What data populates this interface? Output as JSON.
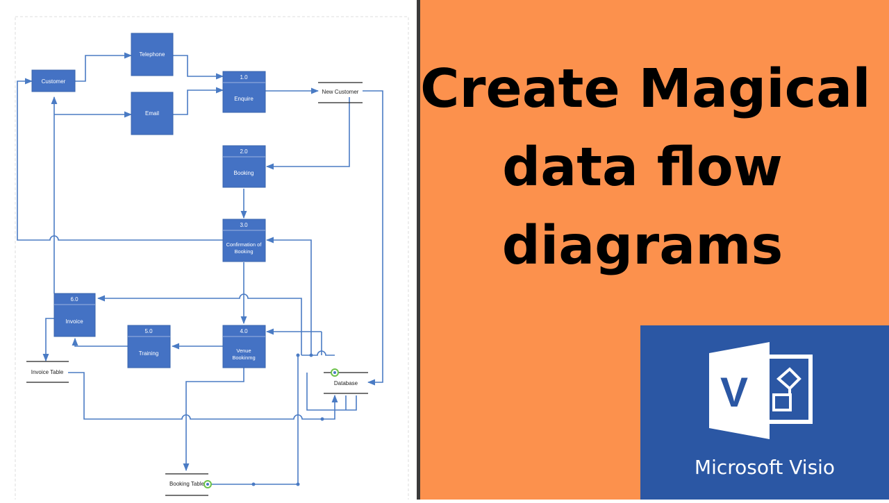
{
  "diagram": {
    "processes": {
      "p1": {
        "id": "1.0",
        "label": "Enquire"
      },
      "p2": {
        "id": "2.0",
        "label": "Booking"
      },
      "p3": {
        "id": "3.0",
        "label_line1": "Confirmation of",
        "label_line2": "Booking"
      },
      "p4": {
        "id": "4.0",
        "label_line1": "Venue",
        "label_line2": "Bookinmg"
      },
      "p5": {
        "id": "5.0",
        "label": "Training"
      },
      "p6": {
        "id": "6.0",
        "label": "Invoice"
      }
    },
    "entities": {
      "customer": "Customer",
      "telephone": "Telephone",
      "email": "Email"
    },
    "stores": {
      "new_customer": "New Customer",
      "database": "Database",
      "invoice_table": "Invoice Table",
      "booking_table": "Booking Table"
    },
    "colors": {
      "box_fill": "#4472c4",
      "line": "#4a7bc4"
    }
  },
  "headline": {
    "line1": "Create Magical",
    "line2": "data flow",
    "line3": "diagrams"
  },
  "logo": {
    "product": "Microsoft Visio",
    "glyph": "V",
    "icon": "visio-icon",
    "bg_color": "#2b57a4"
  }
}
